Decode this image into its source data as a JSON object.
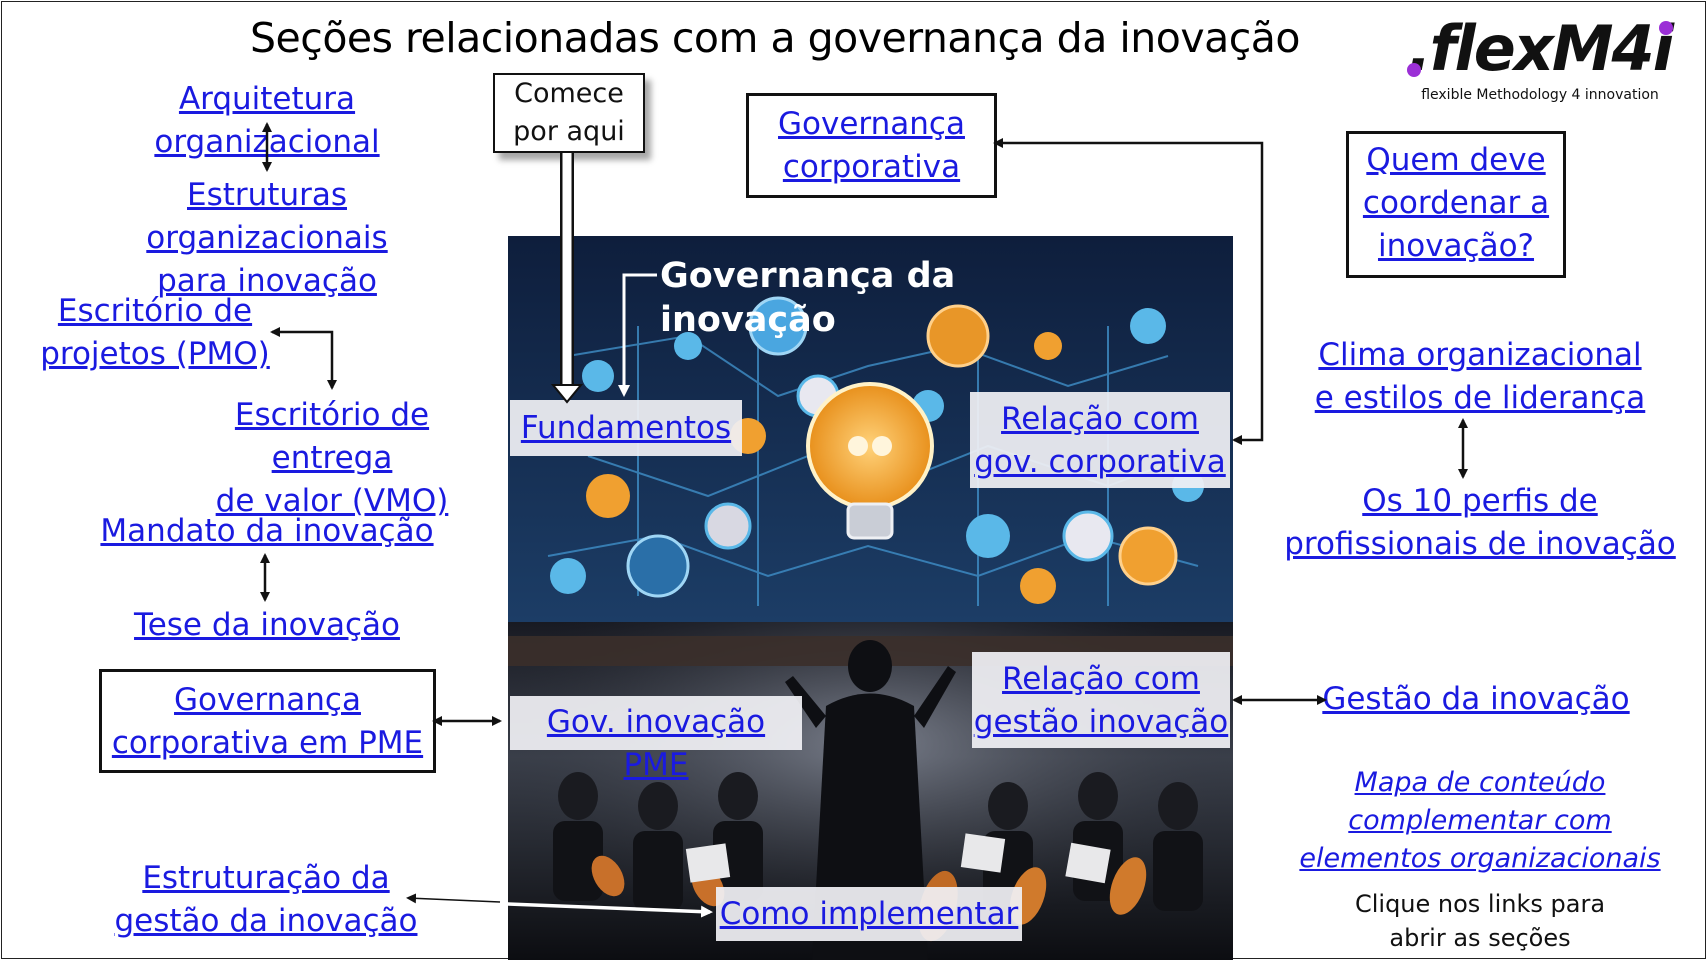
{
  "title": "Seções relacionadas com a governança da inovação",
  "logo": {
    "wordmark": ".flexM4i",
    "tagline": "flexible Methodology 4 innovation",
    "dot_color": "#9b2fd6"
  },
  "start_here": "Comece\npor aqui",
  "center": {
    "heading": "Governança da inovação",
    "fundamentos": "Fundamentos",
    "rel_gov_corp": "Relação com\ngov. corporativa",
    "gov_pme": "Gov. inovação PME",
    "rel_gestao": "Relação com\ngestão inovação",
    "como_implementar": "Como implementar"
  },
  "left": {
    "arquitetura": "Arquitetura organizacional",
    "estruturas": "Estruturas organizacionais\npara inovação",
    "pmo": "Escritório de\nprojetos (PMO)",
    "vmo": "Escritório de entrega\nde valor (VMO)",
    "mandato": "Mandato da inovação",
    "tese": "Tese da inovação",
    "gov_pme": "Governança\ncorporativa em PME",
    "estruturacao": "Estruturação da\ngestão da inovação"
  },
  "top": {
    "gov_corp": "Governança\ncorporativa"
  },
  "right": {
    "quem": "Quem deve\ncoordenar a\ninovação?",
    "clima": "Clima organizacional\ne estilos de liderança",
    "perfis": "Os 10 perfis de\nprofissionais de inovação",
    "gestao": "Gestão da inovação",
    "mapa": "Mapa de conteúdo\ncomplementar com\nelementos organizacionais",
    "clique": "Clique nos links para\nabrir as seções"
  },
  "colors": {
    "link": "#1a1ae0",
    "hero_top": "#0f2545",
    "accent_orange": "#f0a030",
    "accent_blue": "#5ab8e8"
  }
}
